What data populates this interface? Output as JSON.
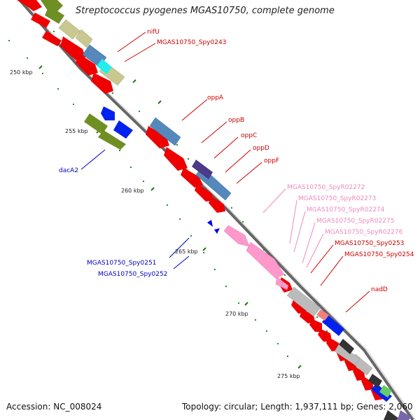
{
  "title": "Streptococcus pyogenes MGAS10750, complete genome",
  "footer": {
    "accession": "Accession: NC_008024",
    "summary": "Topology: circular; Length: 1,937,111 bp; Genes: 2,060"
  },
  "ticks": [
    "250 kbp",
    "255 kbp",
    "260 kbp",
    "265 kbp",
    "270 kbp",
    "275 kbp"
  ],
  "labels": [
    {
      "text": "nifU",
      "color": "#cc0000"
    },
    {
      "text": "MGAS10750_Spy0243",
      "color": "#cc0000"
    },
    {
      "text": "oppA",
      "color": "#cc0000"
    },
    {
      "text": "oppB",
      "color": "#cc0000"
    },
    {
      "text": "oppC",
      "color": "#cc0000"
    },
    {
      "text": "oppD",
      "color": "#cc0000"
    },
    {
      "text": "oppF",
      "color": "#cc0000"
    },
    {
      "text": "dacA2",
      "color": "#0000bb"
    },
    {
      "text": "MGAS10750_SpyR02272",
      "color": "#ee88bb"
    },
    {
      "text": "MGAS10750_SpyR02273",
      "color": "#ee88bb"
    },
    {
      "text": "MGAS10750_SpyR02274",
      "color": "#ee88bb"
    },
    {
      "text": "MGAS10750_SpyR02275",
      "color": "#ee88bb"
    },
    {
      "text": "MGAS10750_SpyR02276",
      "color": "#ee88bb"
    },
    {
      "text": "MGAS10750_Spy0253",
      "color": "#cc0000"
    },
    {
      "text": "MGAS10750_Spy0254",
      "color": "#cc0000"
    },
    {
      "text": "MGAS10750_Spy0251",
      "color": "#0000bb"
    },
    {
      "text": "MGAS10750_Spy0252",
      "color": "#0000bb"
    },
    {
      "text": "nadD",
      "color": "#cc0000"
    }
  ]
}
